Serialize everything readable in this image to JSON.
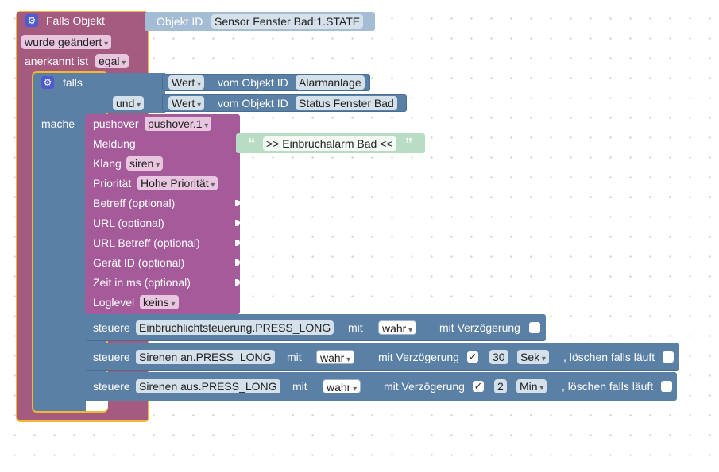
{
  "trigger": {
    "title": "Falls Objekt",
    "object_id_label": "Objekt ID",
    "object_id_value": "Sensor Fenster Bad:1.STATE",
    "changed": "wurde geändert",
    "ack_label": "anerkannt ist",
    "ack_value": "egal"
  },
  "if_block": {
    "falls": "falls",
    "und": "und",
    "mache": "mache",
    "cond1": {
      "wert": "Wert",
      "vom": "vom Objekt ID",
      "object": "Alarmanlage"
    },
    "cond2": {
      "wert": "Wert",
      "vom": "vom Objekt ID",
      "object": "Status Fenster Bad"
    }
  },
  "pushover": {
    "label": "pushover",
    "instance": "pushover.1",
    "meldung": "Meldung",
    "message": ">> Einbruchalarm Bad <<",
    "klang": "Klang",
    "klang_value": "siren",
    "prio": "Priorität",
    "prio_value": "Hohe Priorität",
    "betreff": "Betreff (optional)",
    "url": "URL (optional)",
    "url_betreff": "URL Betreff (optional)",
    "geraet": "Gerät ID (optional)",
    "zeit": "Zeit in ms (optional)",
    "loglevel": "Loglevel",
    "loglevel_value": "keins"
  },
  "control": [
    {
      "steuere": "steuere",
      "target": "Einbruchlichtsteuerung.PRESS_LONG",
      "mit": "mit",
      "value": "wahr",
      "delay_label": "mit Verzögerung",
      "delay_checked": false
    },
    {
      "steuere": "steuere",
      "target": "Sirenen an.PRESS_LONG",
      "mit": "mit",
      "value": "wahr",
      "delay_label": "mit Verzögerung",
      "delay_checked": true,
      "delay_value": "30",
      "unit": "Sek",
      "clear_label": ", löschen falls läuft",
      "clear_checked": false
    },
    {
      "steuere": "steuere",
      "target": "Sirenen aus.PRESS_LONG",
      "mit": "mit",
      "value": "wahr",
      "delay_label": "mit Verzögerung",
      "delay_checked": true,
      "delay_value": "2",
      "unit": "Min",
      "clear_label": ", löschen falls läuft",
      "clear_checked": false
    }
  ],
  "glyphs": {
    "check": "✓",
    "open_quote": "“",
    "close_quote": "”",
    "gear": "⚙"
  },
  "colors": {
    "trigger": "#a55b80",
    "trigger_border": "#f2b830",
    "logic": "#5b80a5",
    "pushover": "#a55b99",
    "text_string": "#b8dcc4",
    "gear": "#4e5bcf"
  }
}
